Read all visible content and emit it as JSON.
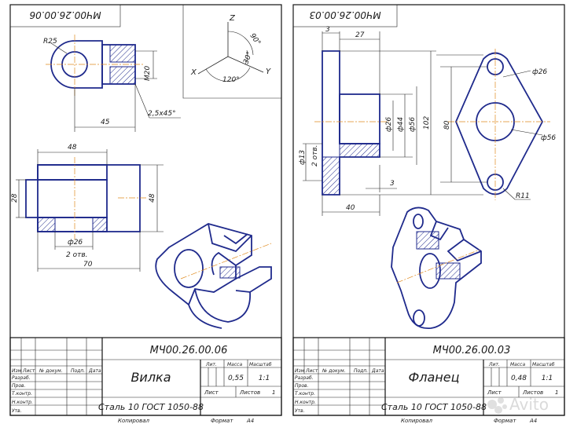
{
  "sheets": [
    {
      "code": "МЧ00.26.00.06",
      "stamp_code": "МЧ00.26.00.06",
      "title": "Вилка",
      "material": "Сталь 10  ГОСТ 1050-88",
      "mass": "0,55",
      "scale": "1:1",
      "sheet_label": "Лист",
      "sheets_label": "Листов",
      "sheets_count": "1",
      "dims": {
        "r25": "R25",
        "m20": "M20",
        "d45": "45",
        "chamfer": "2,5х45°",
        "d48": "48",
        "d28": "28",
        "d48v": "48",
        "phi26": "ф26",
        "two_holes": "2 отв.",
        "d70": "70"
      },
      "axes": {
        "z": "Z",
        "x": "X",
        "y": "Y",
        "a90": "90°",
        "a30": "30°",
        "a120": "120°"
      }
    },
    {
      "code": "МЧ00.26.00.03",
      "stamp_code": "МЧ00.26.00.03",
      "title": "Фланец",
      "material": "Сталь 10  ГОСТ 1050-88",
      "mass": "0,48",
      "scale": "1:1",
      "sheet_label": "Лист",
      "sheets_label": "Листов",
      "sheets_count": "1",
      "dims": {
        "d3a": "3",
        "d27": "27",
        "phi26v": "ф26",
        "phi44": "ф44",
        "phi56v": "ф56",
        "d102": "102",
        "phi13": "ф13",
        "two_holes": "2 отв.",
        "d3b": "3",
        "d40": "40",
        "phi26": "ф26",
        "d80": "80",
        "phi56": "ф56",
        "r11": "R11"
      }
    }
  ],
  "stamp_labels": {
    "izm": "Изм",
    "list": "Лист",
    "n_dokum": "№ докум.",
    "podp": "Подп.",
    "data": "Дата",
    "razrab": "Разраб.",
    "prov": "Пров.",
    "tkontr": "Т.контр.",
    "nkontr": "Н.контр.",
    "utv": "Утв.",
    "lit": "Лит.",
    "massa": "Масса",
    "masshtab": "Масштаб"
  },
  "footer": {
    "kopiroval": "Копировал",
    "format": "Формат",
    "a4": "А4"
  },
  "watermark": {
    "text": "Avito"
  }
}
